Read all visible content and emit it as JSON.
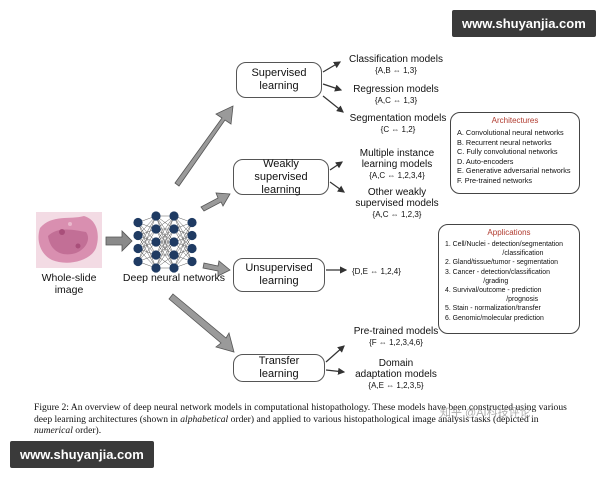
{
  "watermark": {
    "top_right": "www.shuyanjia.com",
    "bottom_left": "www.shuyanjia.com",
    "zhihu": "知乎 @AI科技评论"
  },
  "input": {
    "label": "Whole-slide\nimage",
    "dnn_label": "Deep neural networks"
  },
  "categories": {
    "supervised": "Supervised\nlearning",
    "weakly": "Weakly supervised\nlearning",
    "unsupervised": "Unsupervised\nlearning",
    "transfer": "Transfer learning"
  },
  "models": {
    "classification": {
      "name": "Classification models",
      "code": "{A,B ⇔ 1,3}"
    },
    "regression": {
      "name": "Regression models",
      "code": "{A,C ⇔ 1,3}"
    },
    "segmentation": {
      "name": "Segmentation models",
      "code": "{C ⇔ 1,2}"
    },
    "mil": {
      "name": "Multiple instance\nlearning models",
      "code": "{A,C ⇔ 1,2,3,4}"
    },
    "other_weak": {
      "name": "Other weakly\nsupervised models",
      "code": "{A,C ⇔ 1,2,3}"
    },
    "unsup_code": "{D,E ⇔ 1,2,4}",
    "pretrained": {
      "name": "Pre-trained models",
      "code": "{F ⇔ 1,2,3,4,6}"
    },
    "domain": {
      "name": "Domain\nadaptation models",
      "code": "{A,E ⇔ 1,2,3,5}"
    }
  },
  "architectures": {
    "title": "Architectures",
    "items": [
      "A. Convolutional neural networks",
      "B. Recurrent neural networks",
      "C. Fully convolutional networks",
      "D. Auto-encoders",
      "E. Generative adversarial networks",
      "F. Pre-trained networks"
    ]
  },
  "applications": {
    "title": "Applications",
    "items": [
      "1. Cell/Nuclei - detection/segmentation\n                              /classification",
      "2. Gland/tissue/tumor - segmentation",
      "3. Cancer - detection/classification\n                    /grading",
      "4. Survival/outcome - prediction\n                                /prognosis",
      "5. Stain - normalization/transfer",
      "6. Genomic/molecular prediction"
    ]
  },
  "caption": {
    "prefix": "Figure 2:",
    "part1": " An overview of deep neural network models in computational histopathology. These models have been constructed using various deep learning architectures (shown in ",
    "italic1": "alphabetical",
    "part2": " order) and applied to various histopathological image analysis tasks (depicted in ",
    "italic2": "numerical",
    "part3": " order)."
  },
  "colors": {
    "node": "#1f3b63",
    "arrow": "#7a7a7a",
    "arch_title": "#b03a2e",
    "app_title": "#b03a2e"
  }
}
